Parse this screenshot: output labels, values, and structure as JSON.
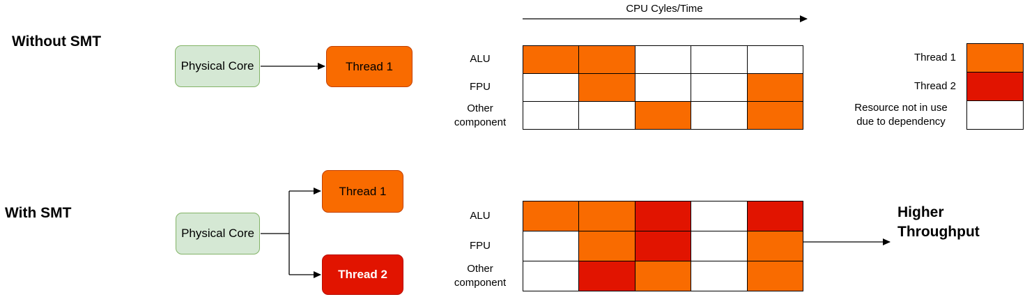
{
  "palette": {
    "orange": "#F96B00",
    "red": "#E11400",
    "white": "#FFFFFF",
    "green_fill": "#D5E8D4",
    "green_border": "#82B366",
    "orange_border": "#C24000",
    "red_border": "#B80D00",
    "line": "#000000"
  },
  "axis": {
    "label": "CPU Cyles/Time"
  },
  "without_smt": {
    "title": "Without SMT",
    "core_label": "Physical Core",
    "thread1_label": "Thread 1"
  },
  "with_smt": {
    "title": "With SMT",
    "core_label": "Physical Core",
    "thread1_label": "Thread 1",
    "thread2_label": "Thread 2"
  },
  "grids": {
    "row_labels": [
      "ALU",
      "FPU",
      "Other component"
    ],
    "columns": 5,
    "without_smt_cells": [
      [
        "orange",
        "orange",
        "white",
        "white",
        "white"
      ],
      [
        "white",
        "orange",
        "white",
        "white",
        "orange"
      ],
      [
        "white",
        "white",
        "orange",
        "white",
        "orange"
      ]
    ],
    "with_smt_cells": [
      [
        "orange",
        "orange",
        "red",
        "white",
        "red"
      ],
      [
        "white",
        "orange",
        "red",
        "white",
        "orange"
      ],
      [
        "white",
        "red",
        "orange",
        "white",
        "orange"
      ]
    ]
  },
  "legend": {
    "items": [
      {
        "label": "Thread 1",
        "color": "orange"
      },
      {
        "label": "Thread 2",
        "color": "red"
      },
      {
        "label": "Resource not in use due to dependency",
        "color": "white"
      }
    ]
  },
  "outcome": {
    "label": "Higher Throughput"
  }
}
